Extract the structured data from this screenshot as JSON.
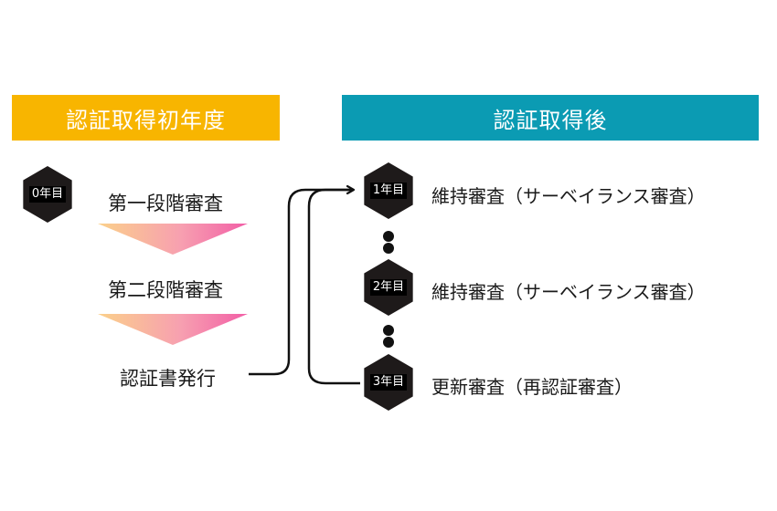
{
  "banners": {
    "left": "認証取得初年度",
    "right": "認証取得後"
  },
  "colors": {
    "left_banner": "#f8b500",
    "right_banner": "#0b9bb3",
    "hexagon": "#1e1a1a"
  },
  "initial_year": {
    "badge": "0年目",
    "steps": [
      "第一段階審査",
      "第二段階審査",
      "認証書発行"
    ]
  },
  "after_years": [
    {
      "badge": "1年目",
      "review": "維持審査（サーベイランス審査）"
    },
    {
      "badge": "2年目",
      "review": "維持審査（サーベイランス審査）"
    },
    {
      "badge": "3年目",
      "review": "更新審査（再認証審査）"
    }
  ]
}
